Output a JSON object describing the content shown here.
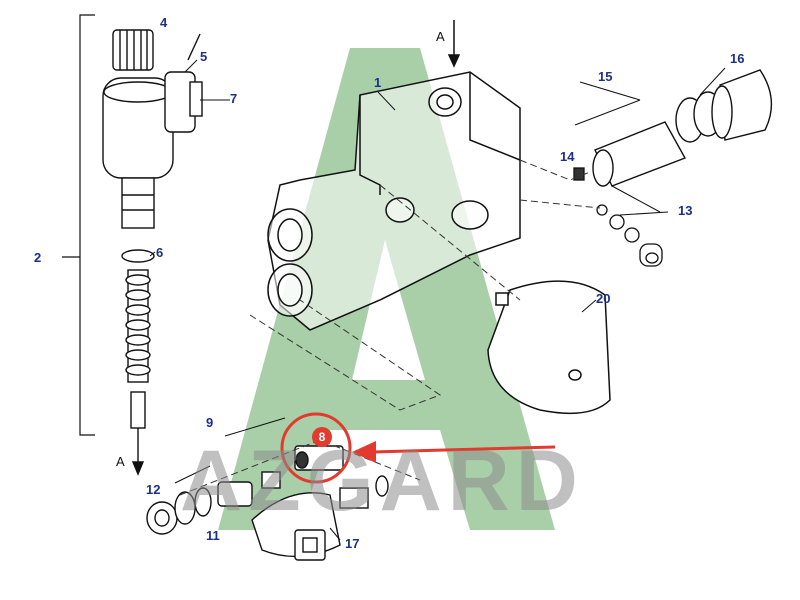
{
  "colors": {
    "callout_text": "#1c2f8c",
    "watermark_green": "#a9cfa9",
    "watermark_grey": "#8c8c8c",
    "highlight_red": "#e23a2e",
    "line": "#111111"
  },
  "watermark": {
    "logo_letter": "A",
    "brand_text": "AZGARD"
  },
  "section_markers": {
    "top": "A",
    "left": "A"
  },
  "callouts": {
    "c1": "1",
    "c2": "2",
    "c4": "4",
    "c5": "5",
    "c6": "6",
    "c7": "7",
    "c9": "9",
    "c11": "11",
    "c12": "12",
    "c13": "13",
    "c14": "14",
    "c15": "15",
    "c16": "16",
    "c17": "17",
    "c20": "20"
  },
  "highlight": {
    "part_number": "8",
    "icon": "red-circle-with-arrow"
  }
}
